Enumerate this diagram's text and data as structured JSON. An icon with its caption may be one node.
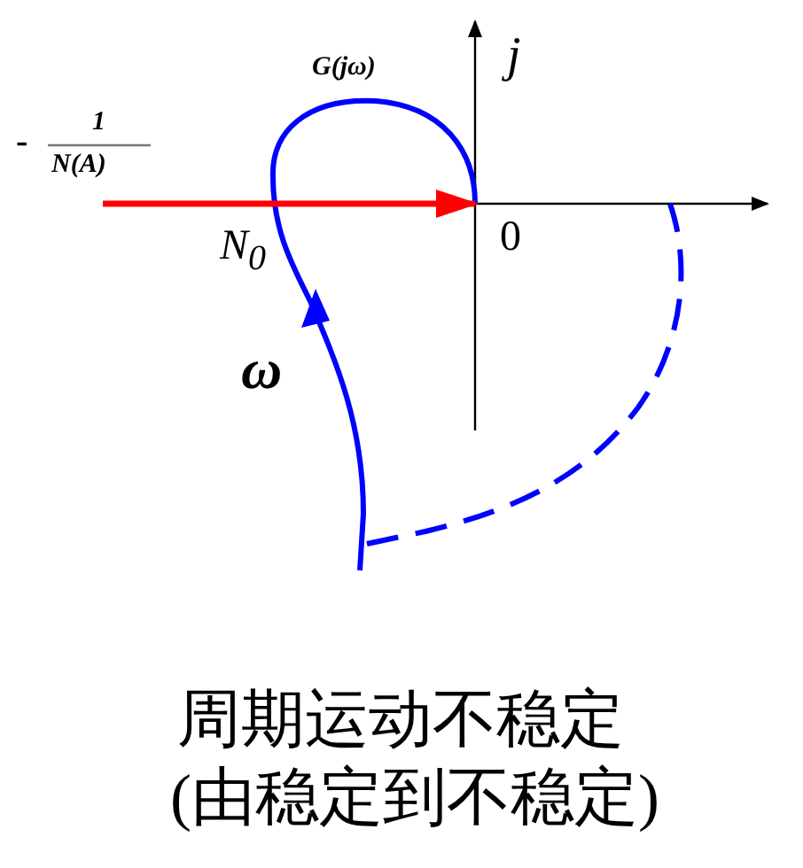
{
  "diagram": {
    "caption": "周期运动不稳定",
    "labels": [
      "G(jω)",
      "j",
      "-",
      "1",
      "N(A)",
      "0",
      "N$_{0}$",
      "ω",
      "(由稳定到不稳定)"
    ]
  }
}
